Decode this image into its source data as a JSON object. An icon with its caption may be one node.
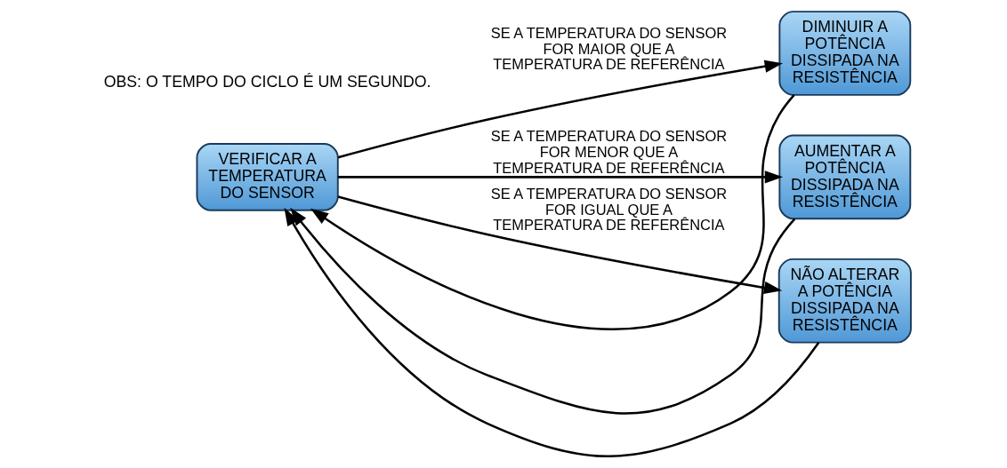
{
  "diagram": {
    "nodes": [
      {
        "text": [
          "VERIFICAR A TEMPERATURA DO SENSOR"
        ]
      },
      {
        "text": [
          "DIMINUIR A POTÊNCIA DISSIPADA NA RESISTÊNCIA"
        ]
      },
      {
        "text": [
          "AUMENTAR A POTÊNCIA DISSIPADA NA RESISTÊNCIA"
        ]
      },
      {
        "text": [
          "NÃO ALTERAR A POTÊNCIA DISSIPADA NA RESISTÊNCIA"
        ]
      }
    ],
    "edges": [
      {
        "from": 0,
        "to": 1,
        "arrow": "to",
        "label": "SE A TEMPERATURA DO SENSOR FOR MAIOR QUE A TEMPERATURA DE REFERÊNCIA"
      },
      {
        "from": 0,
        "to": 2,
        "arrow": "to",
        "label": "SE A TEMPERATURA DO SENSOR FOR MENOR QUE A TEMPERATURA DE REFERÊNCIA"
      },
      {
        "from": 0,
        "to": 3,
        "arrow": "to",
        "label": "SE A TEMPERATURA DO SENSOR FOR IGUAL QUE A TEMPERATURA DE REFERÊNCIA"
      },
      {
        "from": 1,
        "to": 0,
        "arrow": "to"
      },
      {
        "from": 2,
        "to": 0,
        "arrow": "to"
      },
      {
        "from": 3,
        "to": 0,
        "arrow": "to"
      }
    ],
    "labels": [
      "OBS: O TEMPO DO CICLO É UM SEGUNDO."
    ]
  }
}
